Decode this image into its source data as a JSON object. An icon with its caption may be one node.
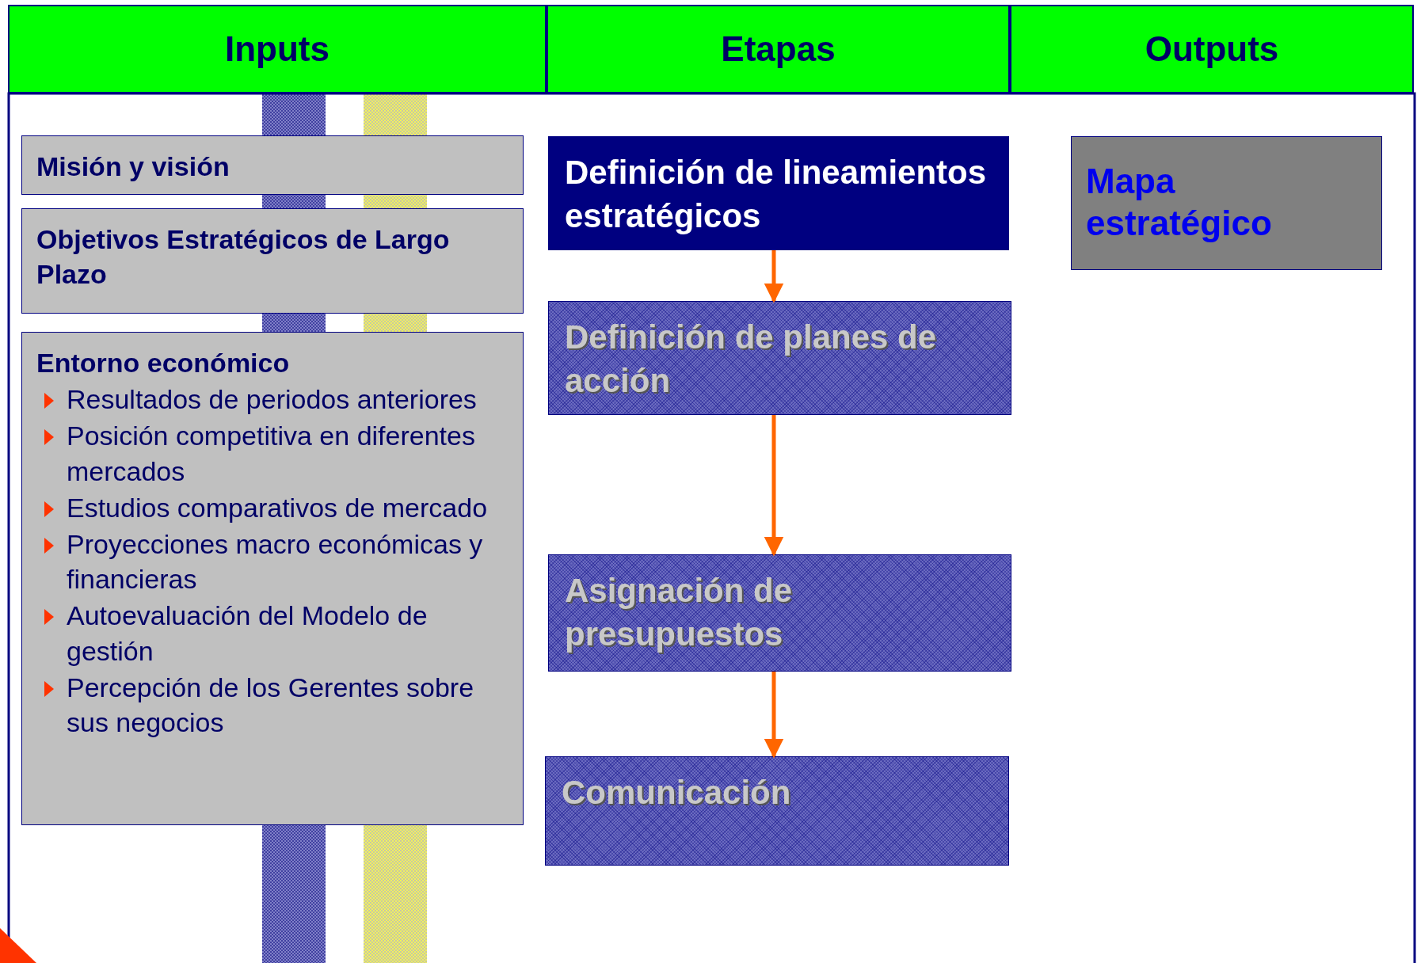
{
  "diagram": {
    "nodes": [
      {
        "text": [
          "Inputs"
        ]
      },
      {
        "text": [
          "Etapas"
        ]
      },
      {
        "text": [
          "Outputs"
        ]
      },
      {
        "text": [
          "Misión y visión"
        ]
      },
      {
        "text": [
          "Objetivos Estratégicos de Largo Plazo"
        ]
      },
      {
        "text": [
          "Entorno económico",
          "Resultados de periodos anteriores",
          "Posición competitiva en diferentes mercados",
          "Estudios comparativos de mercado",
          "Proyecciones macro económicas y financieras",
          "Autoevaluación del Modelo de gestión",
          "Percepción de los Gerentes sobre sus negocios"
        ]
      },
      {
        "text": [
          "Definición de lineamientos estratégicos"
        ]
      },
      {
        "text": [
          "Definición de planes de acción"
        ]
      },
      {
        "text": [
          "Asignación de presupuestos"
        ]
      },
      {
        "text": [
          "Comunicación"
        ]
      },
      {
        "text": [
          "Mapa estratégico"
        ]
      }
    ],
    "edges": [
      {
        "from": 6,
        "to": 7,
        "arrow": "to"
      },
      {
        "from": 7,
        "to": 8,
        "arrow": "to"
      },
      {
        "from": 8,
        "to": 9,
        "arrow": "to"
      }
    ]
  }
}
